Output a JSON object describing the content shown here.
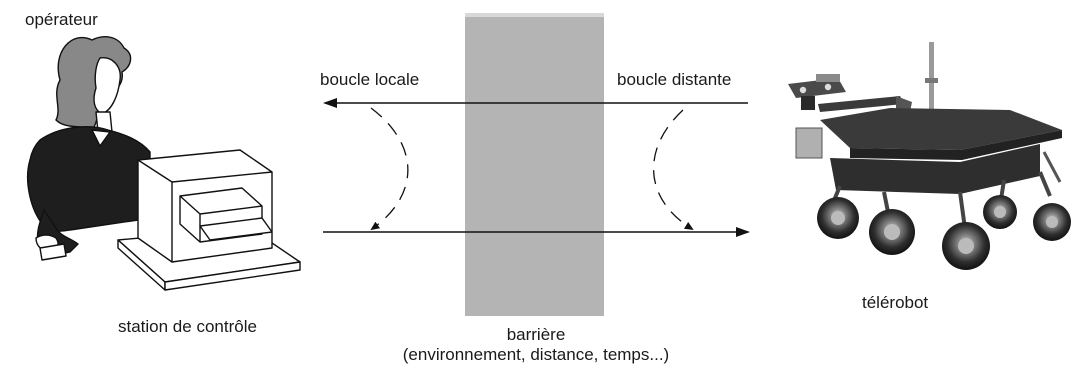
{
  "labels": {
    "operator": "opérateur",
    "station": "station de contrôle",
    "local_loop": "boucle locale",
    "remote_loop": "boucle distante",
    "barrier": "barrière",
    "barrier_detail": "(environnement, distance, temps...)",
    "telerobot": "télérobot"
  },
  "colors": {
    "barrier_fill": "#b4b4b4",
    "barrier_edge": "#d8d8d8",
    "line": "#111111",
    "robot_body": "#3a3a3a",
    "wheel": "#2a2a2a"
  },
  "icons": {
    "operator": "person-at-computer-illustration",
    "robot": "rover-robot-photo"
  }
}
